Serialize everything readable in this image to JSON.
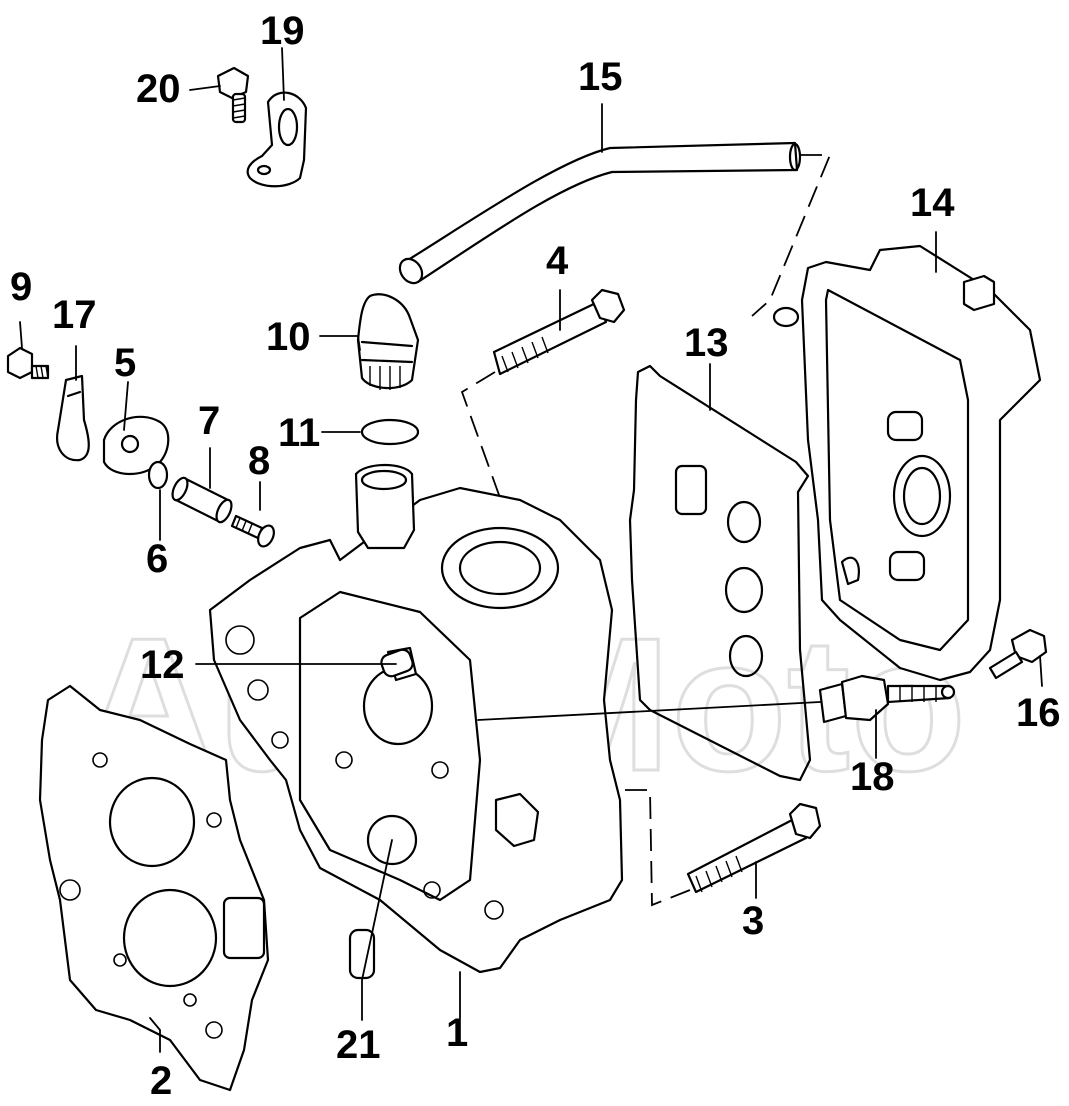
{
  "watermark": "AutoMoto",
  "parts": [
    {
      "id": "1",
      "label": "1"
    },
    {
      "id": "2",
      "label": "2"
    },
    {
      "id": "3",
      "label": "3"
    },
    {
      "id": "4",
      "label": "4"
    },
    {
      "id": "5",
      "label": "5"
    },
    {
      "id": "6",
      "label": "6"
    },
    {
      "id": "7",
      "label": "7"
    },
    {
      "id": "8",
      "label": "8"
    },
    {
      "id": "9",
      "label": "9"
    },
    {
      "id": "10",
      "label": "10"
    },
    {
      "id": "11",
      "label": "11"
    },
    {
      "id": "12",
      "label": "12"
    },
    {
      "id": "13",
      "label": "13"
    },
    {
      "id": "14",
      "label": "14"
    },
    {
      "id": "15",
      "label": "15"
    },
    {
      "id": "16",
      "label": "16"
    },
    {
      "id": "17",
      "label": "17"
    },
    {
      "id": "18",
      "label": "18"
    },
    {
      "id": "19",
      "label": "19"
    },
    {
      "id": "20",
      "label": "20"
    },
    {
      "id": "21",
      "label": "21"
    }
  ]
}
